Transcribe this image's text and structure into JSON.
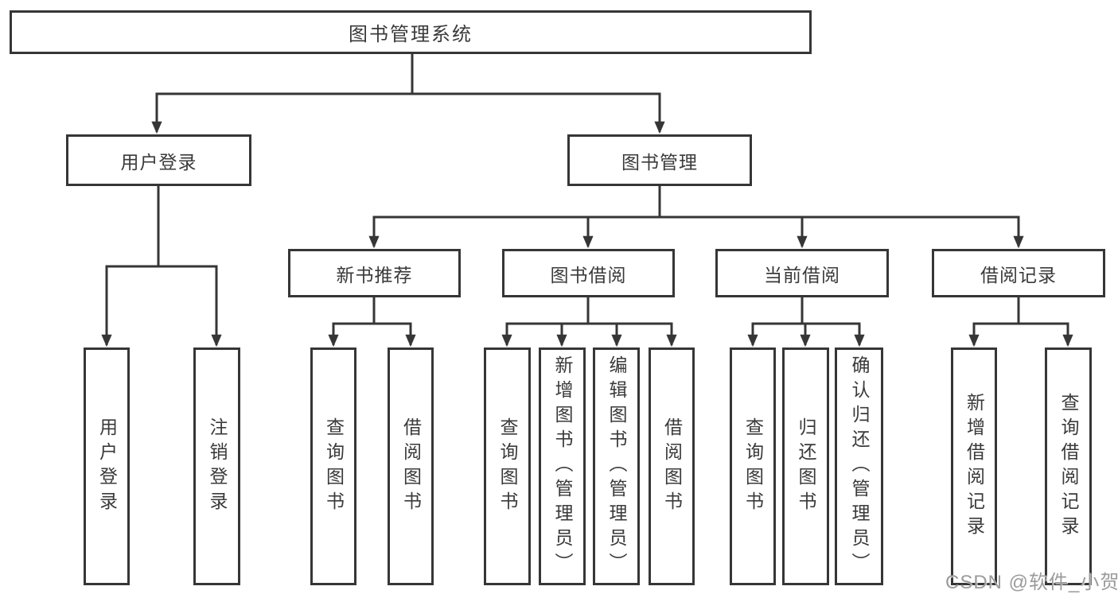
{
  "diagram": {
    "type": "hierarchy-tree",
    "colors": {
      "line": "#363636",
      "box_border": "#363636",
      "box_fill": "#ffffff",
      "text": "#3a3a3a",
      "watermark": "#9b9b9b",
      "background": "#ffffff"
    },
    "tree": {
      "label": "图书管理系统",
      "children": [
        {
          "label": "用户登录",
          "children": [
            {
              "label": "用户登录"
            },
            {
              "label": "注销登录"
            }
          ]
        },
        {
          "label": "图书管理",
          "children": [
            {
              "label": "新书推荐",
              "children": [
                {
                  "label": "查询图书"
                },
                {
                  "label": "借阅图书"
                }
              ]
            },
            {
              "label": "图书借阅",
              "children": [
                {
                  "label": "查询图书"
                },
                {
                  "label": "新增图书（管理员）"
                },
                {
                  "label": "编辑图书（管理员）"
                },
                {
                  "label": "借阅图书"
                }
              ]
            },
            {
              "label": "当前借阅",
              "children": [
                {
                  "label": "查询图书"
                },
                {
                  "label": "归还图书"
                },
                {
                  "label": "确认归还（管理员）"
                }
              ]
            },
            {
              "label": "借阅记录",
              "children": [
                {
                  "label": "新增借阅记录"
                },
                {
                  "label": "查询借阅记录"
                }
              ]
            }
          ]
        }
      ]
    },
    "watermark": "CSDN @软件_小贺同学"
  }
}
